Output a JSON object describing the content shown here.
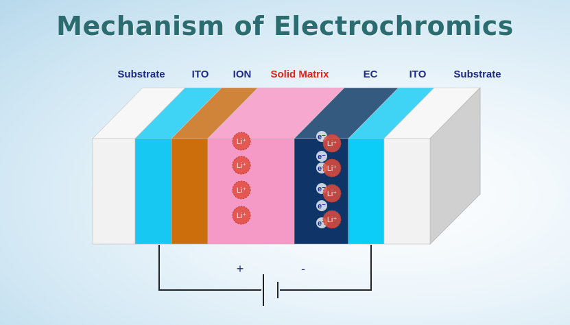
{
  "title": "Mechanism of Electrochromics",
  "layers": [
    {
      "label": "Substrate",
      "color": "#f2f2f2",
      "top_color": "#f7f7f7"
    },
    {
      "label": "ITO",
      "color": "#17c8f3",
      "top_color": "#3fd3f5"
    },
    {
      "label": "ION",
      "color": "#cc6e0c",
      "top_color": "#d0843a"
    },
    {
      "label": "Solid Matrix",
      "color": "#f59ac6",
      "top_color": "#f7a8cf"
    },
    {
      "label": "EC",
      "color": "#0f3467",
      "top_color": "#345a80"
    },
    {
      "label": "ITO",
      "color": "#0bcdf8",
      "top_color": "#3fd3f5"
    },
    {
      "label": "Substrate",
      "color": "#f2f2f2",
      "top_color": "#f7f7f7"
    }
  ],
  "ions": {
    "label": "Li⁺",
    "count_left": 4,
    "count_right": 4,
    "color": "#e04c3c"
  },
  "electrons": {
    "label": "e⁻",
    "count": 6
  },
  "battery": {
    "plus_label": "+",
    "minus_label": "-"
  },
  "colors": {
    "title": "#2a6c70",
    "label_blue": "#1d2a8a",
    "label_red": "#e2231a",
    "side_face": "#d0d0d0"
  }
}
